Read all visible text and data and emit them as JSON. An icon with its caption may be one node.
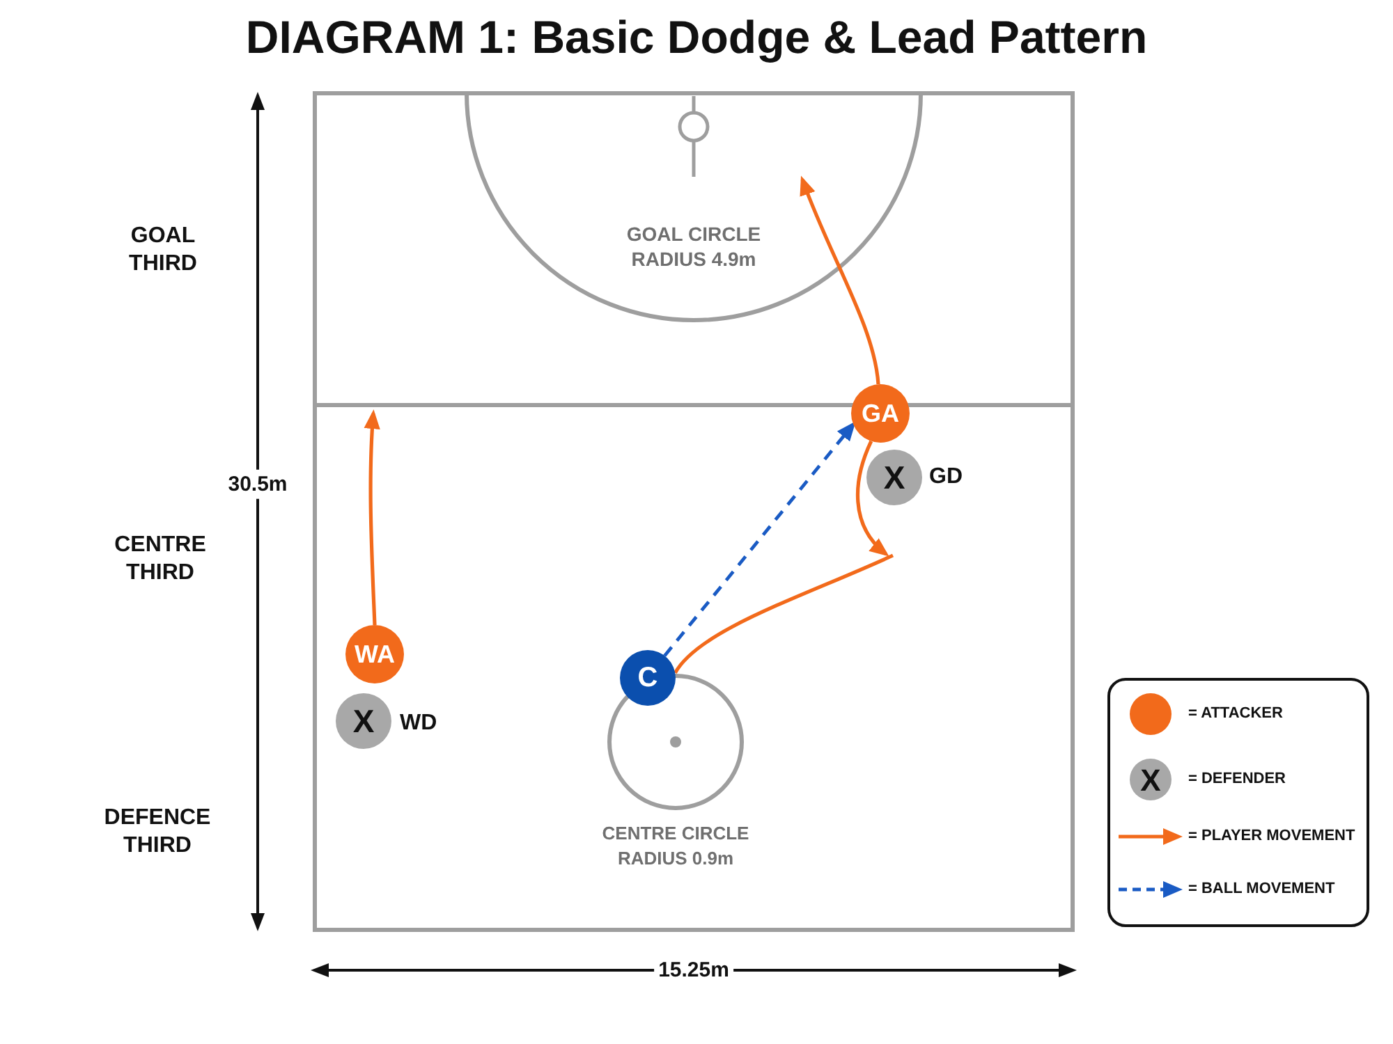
{
  "diagram": {
    "title": "DIAGRAM 1: Basic Dodge & Lead Pattern",
    "nodes": [
      {
        "text": [
          "GOAL CIRCLE RADIUS 4.9m"
        ]
      },
      {
        "text": [
          "GA"
        ]
      },
      {
        "text": [
          "X"
        ],
        "beside": [
          "GD"
        ]
      },
      {
        "text": [
          "WA"
        ]
      },
      {
        "text": [
          "C"
        ]
      },
      {
        "text": [
          "X"
        ],
        "beside": [
          "WD"
        ]
      },
      {
        "text": [],
        "shape": "circle",
        "beside": [
          "CENTRE CIRCLE RADIUS 0.9m"
        ]
      }
    ],
    "edges": [
      {
        "from": 1,
        "to": 0,
        "arrow": "to"
      },
      {
        "from": 1,
        "to": null,
        "arrow": "to"
      },
      {
        "from": 4,
        "to": 1,
        "arrow": "to",
        "style": "dashed",
        "color": "#1a5bc4"
      },
      {
        "from": 4,
        "to": null,
        "arrow": "none"
      },
      {
        "from": 3,
        "to": null,
        "arrow": "to"
      }
    ],
    "labels": [
      "GOAL THIRD",
      "30.5m",
      "CENTRE THIRD",
      "DEFENCE THIRD",
      "15.25m",
      "X"
    ],
    "legend": [
      {
        "text": "= ATTACKER",
        "color": "#f26a1b"
      },
      {
        "text": "= DEFENDER"
      },
      {
        "text": "= PLAYER MOVEMENT"
      },
      {
        "text": "= BALL MOVEMENT"
      }
    ]
  }
}
